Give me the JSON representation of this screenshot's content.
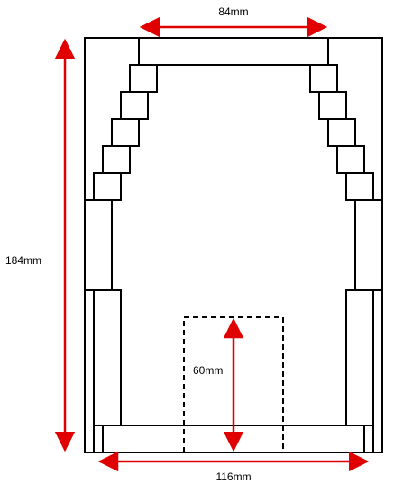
{
  "labels": {
    "top_width": "84mm",
    "total_height": "184mm",
    "inner_height": "60mm",
    "bottom_width": "116mm"
  },
  "colors": {
    "outline": "#000000",
    "dimension_arrow": "#e00000",
    "text": "#000000"
  }
}
